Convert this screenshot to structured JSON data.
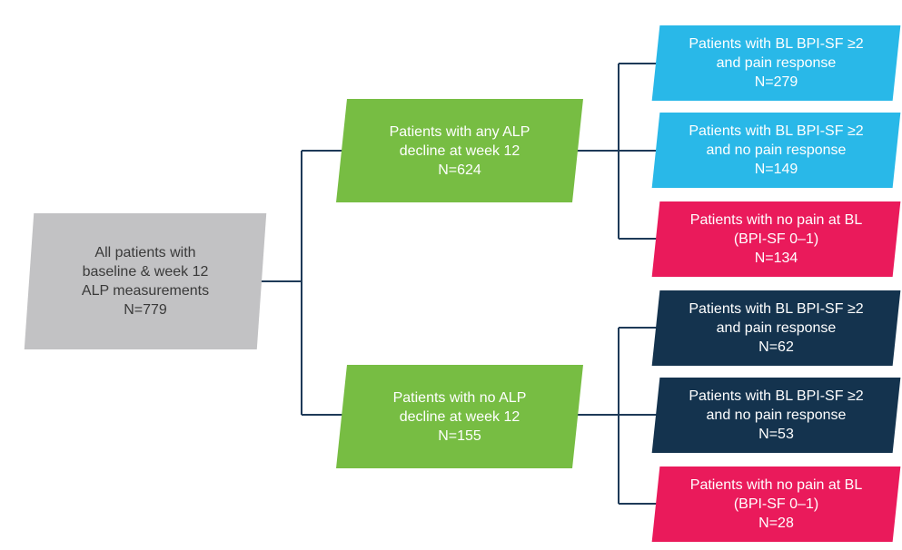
{
  "palette": {
    "green": "#77bd43",
    "cyan": "#29b8e8",
    "pink": "#ea1a5b",
    "navy": "#14334e",
    "gray": "#c2c2c4",
    "connector_line": "#1e3a58",
    "text_dark": "#3a3a3a",
    "text_light": "#ffffff"
  },
  "flow": {
    "root": {
      "label": "All patients with\nbaseline & week 12\nALP measurements\nN=779",
      "n": 779
    },
    "level2": [
      {
        "label": "Patients with any ALP\ndecline at week 12\nN=624",
        "n": 624
      },
      {
        "label": "Patients with no ALP\ndecline at week 12\nN=155",
        "n": 155
      }
    ],
    "level3": [
      {
        "label": "Patients with BL BPI-SF ≥2\nand pain response\nN=279",
        "n": 279,
        "color": "cyan"
      },
      {
        "label": "Patients with BL BPI-SF ≥2\nand no pain response\nN=149",
        "n": 149,
        "color": "cyan"
      },
      {
        "label": "Patients with no pain at BL\n(BPI-SF 0–1)\nN=134",
        "n": 134,
        "color": "pink"
      },
      {
        "label": "Patients with BL BPI-SF ≥2\nand pain response\nN=62",
        "n": 62,
        "color": "navy"
      },
      {
        "label": "Patients with BL BPI-SF ≥2\nand no pain response\nN=53",
        "n": 53,
        "color": "navy"
      },
      {
        "label": "Patients with no pain at BL\n(BPI-SF 0–1)\nN=28",
        "n": 28,
        "color": "pink"
      }
    ]
  }
}
